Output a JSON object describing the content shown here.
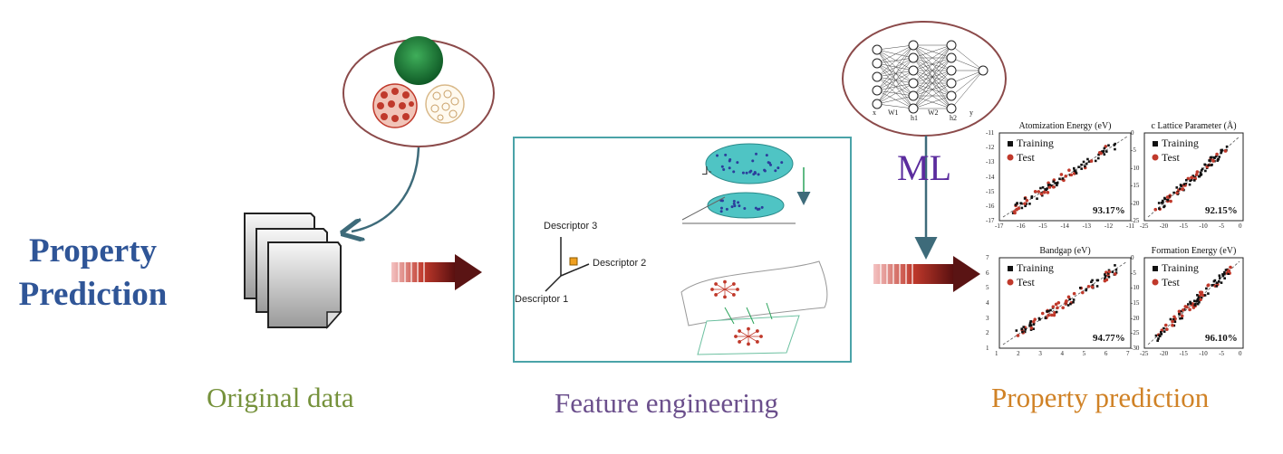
{
  "title": {
    "line1": "Property",
    "line2": "Prediction"
  },
  "captions": {
    "original": "Original data",
    "feature": "Feature engineering",
    "property": "Property prediction"
  },
  "ml_label": "ML",
  "descriptors": {
    "d1": "Descriptor 1",
    "d2": "Descriptor 2",
    "d3": "Descriptor 3"
  },
  "nn_labels": [
    "x",
    "W1",
    "h1",
    "W2",
    "h2",
    "y"
  ],
  "legend": {
    "training": "Training",
    "test": "Test"
  },
  "plots": [
    {
      "title": "Atomization Energy (eV)",
      "accuracy": "93.17%",
      "xticks": [
        "-17",
        "-16",
        "-15",
        "-14",
        "-13",
        "-12",
        "-11"
      ],
      "yticks": [
        "-11",
        "-12",
        "-13",
        "-14",
        "-15",
        "-16",
        "-17"
      ]
    },
    {
      "title": "c Lattice Parameter (Å)",
      "accuracy": "92.15%",
      "xticks": [
        "-25",
        "-20",
        "-15",
        "-10",
        "-5",
        "0"
      ],
      "yticks": [
        "0",
        "-5",
        "-10",
        "-15",
        "-20",
        "-25"
      ]
    },
    {
      "title": "Bandgap (eV)",
      "accuracy": "94.77%",
      "xticks": [
        "1",
        "2",
        "3",
        "4",
        "5",
        "6",
        "7"
      ],
      "yticks": [
        "7",
        "6",
        "5",
        "4",
        "3",
        "2",
        "1"
      ]
    },
    {
      "title": "Formation Energy (eV)",
      "accuracy": "96.10%",
      "xticks": [
        "-25",
        "-20",
        "-15",
        "-10",
        "-5",
        "0"
      ],
      "yticks": [
        "0",
        "-5",
        "-10",
        "-15",
        "-20",
        "-25",
        "-30"
      ]
    }
  ],
  "colors": {
    "training": "#111111",
    "test": "#c0392b",
    "arrow": "#8b1a1a",
    "frame": "#8b4a4a",
    "box": "#4aa3a8"
  }
}
